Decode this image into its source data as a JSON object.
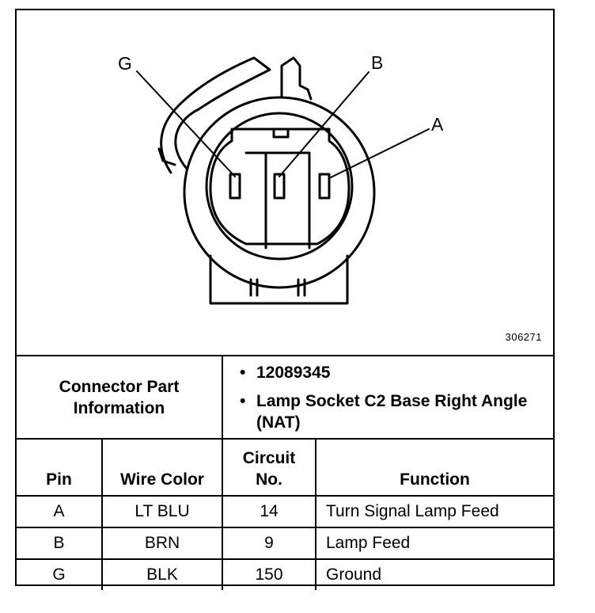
{
  "diagram": {
    "pin_labels": [
      "G",
      "B",
      "A"
    ],
    "figure_number": "306271"
  },
  "connector_info": {
    "label": "Connector Part\nInformation",
    "part_number": "12089345",
    "description": "Lamp Socket C2 Base Right Angle  (NAT)"
  },
  "table": {
    "headers": {
      "pin": "Pin",
      "wire_color": "Wire Color",
      "circuit_line1": "Circuit",
      "circuit_line2": "No.",
      "function": "Function"
    },
    "rows": [
      {
        "pin": "A",
        "wire_color": "LT BLU",
        "circuit": "14",
        "function": "Turn Signal Lamp Feed"
      },
      {
        "pin": "B",
        "wire_color": "BRN",
        "circuit": "9",
        "function": "Lamp Feed"
      },
      {
        "pin": "G",
        "wire_color": "BLK",
        "circuit": "150",
        "function": "Ground"
      }
    ]
  }
}
